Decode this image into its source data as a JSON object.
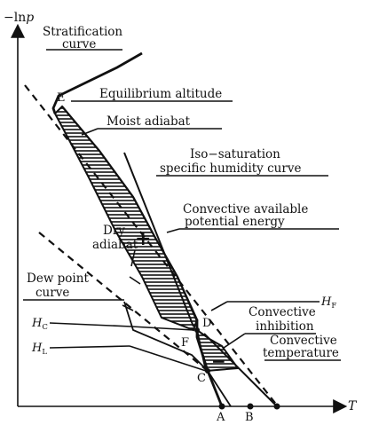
{
  "axes": {
    "y_label_prefix": "−ln",
    "y_label_var": "p",
    "x_label": "T"
  },
  "labels": {
    "stratification_line1": "Stratification",
    "stratification_line2": "curve",
    "equilibrium": "Equilibrium altitude",
    "moist": "Moist adiabat",
    "isosat_line1": "Iso−saturation",
    "isosat_line2": "specific humidity curve",
    "cape_line1": "Convective available",
    "cape_line2": "potential energy",
    "dry_line1": "Dry",
    "dry_line2": "adiabat",
    "dew_line1": "Dew point",
    "dew_line2": "curve",
    "cin_line1": "Convective",
    "cin_line2": "inhibition",
    "ct_line1": "Convective",
    "ct_line2": "temperature",
    "plus": "+",
    "minus": "−"
  },
  "points": {
    "E": "E",
    "D": "D",
    "F": "F",
    "C": "C",
    "A": "A",
    "B": "B",
    "HF_main": "H",
    "HF_sub": "F",
    "HC_main": "H",
    "HC_sub": "C",
    "HL_main": "H",
    "HL_sub": "L"
  }
}
